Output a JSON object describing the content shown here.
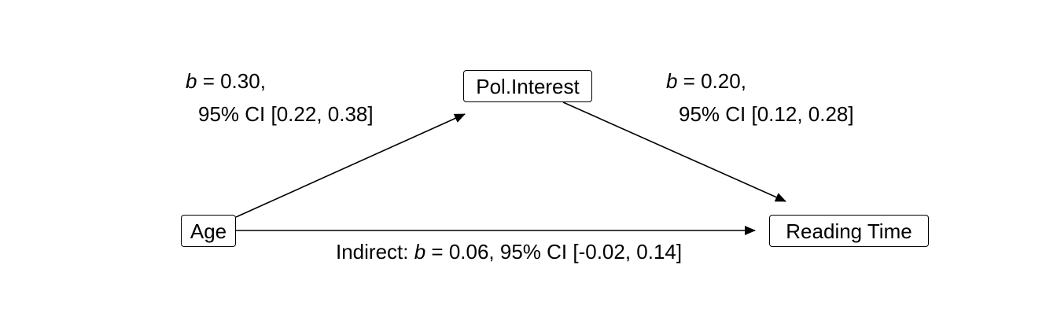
{
  "nodes": {
    "predictor": "Age",
    "mediator": "Pol.Interest",
    "outcome": "Reading Time"
  },
  "paths": {
    "a": {
      "b_symbol": "b",
      "b_text": " = 0.30,",
      "ci_text": "95% CI [0.22, 0.38]"
    },
    "b": {
      "b_symbol": "b",
      "b_text": " = 0.20,",
      "ci_text": "95% CI [0.12, 0.28]"
    },
    "indirect": {
      "prefix": "Indirect: ",
      "b_symbol": "b",
      "text": "  = 0.06, 95% CI [-0.02, 0.14]"
    }
  }
}
